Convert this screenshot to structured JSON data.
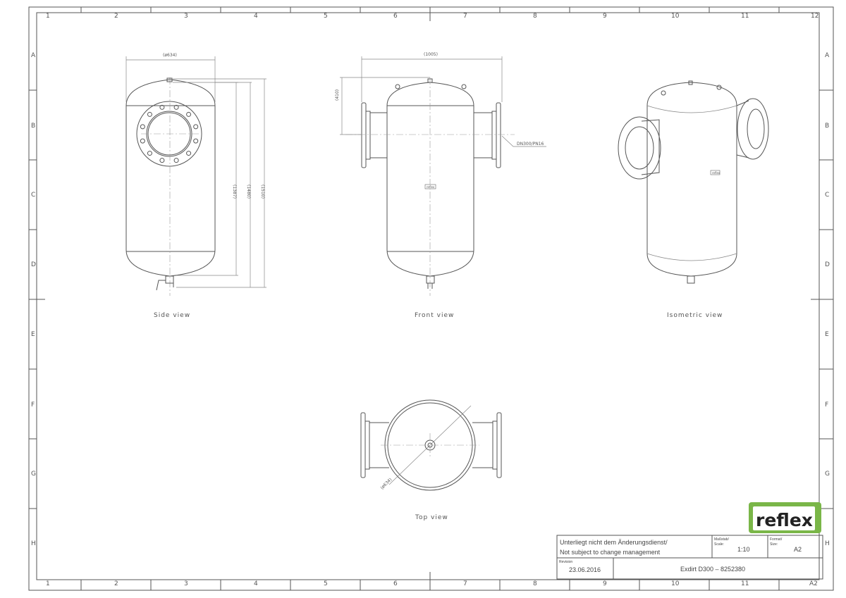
{
  "grid": {
    "columns": [
      "1",
      "2",
      "3",
      "4",
      "5",
      "6",
      "7",
      "8",
      "9",
      "10",
      "11",
      "12"
    ],
    "rows": [
      "A",
      "B",
      "C",
      "D",
      "E",
      "F",
      "G",
      "H"
    ]
  },
  "views": {
    "side": {
      "label": "Side view",
      "dim_width": "(ø634)",
      "dim_h1": "(1387)",
      "dim_h2": "(1480)",
      "dim_h3": "(1510)"
    },
    "front": {
      "label": "Front view",
      "dim_width": "(1005)",
      "dim_height": "(410)",
      "flange_note": "DN300/PN16",
      "logo": "reflex"
    },
    "isometric": {
      "label": "Isometric view",
      "logo": "reflex"
    },
    "top": {
      "label": "Top view",
      "dim_diameter": "(ø634)"
    }
  },
  "logo": {
    "text": "reflex",
    "color": "#7ab648"
  },
  "title_block": {
    "note_de": "Unterliegt nicht dem Änderungsdienst/",
    "note_en": "Not subject to change management",
    "scale_label_de": "Maßstab/",
    "scale_label_en": "Scale:",
    "scale_value": "1:10",
    "format_label_de": "Format/",
    "format_label_en": "Size:",
    "format_value": "A2",
    "revision_label": "Revision",
    "revision_value": "23.06.2016",
    "drawing_title": "Exdirt D300 – 8252380"
  },
  "bottom_grid": [
    "1",
    "2",
    "3",
    "4",
    "5",
    "6",
    "7",
    "8",
    "9",
    "10",
    "11",
    "A2"
  ]
}
